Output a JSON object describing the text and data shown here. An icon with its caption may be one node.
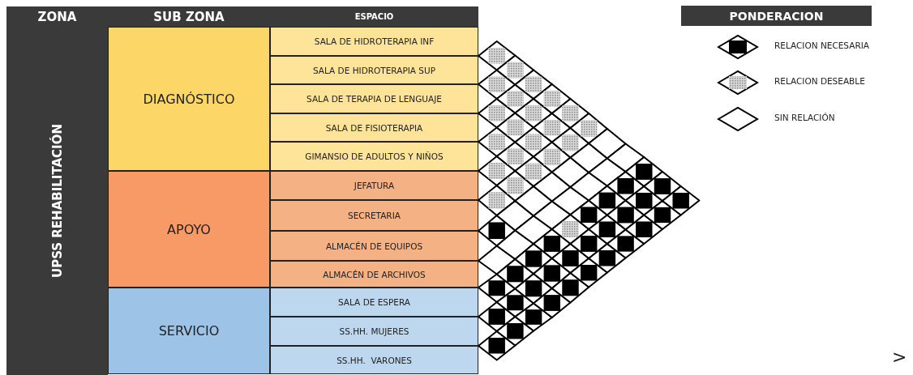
{
  "diagram": {
    "nodes": [
      {
        "text": [
          "UPSS REHABILITACIÓN"
        ]
      },
      {
        "text": [
          "DIAGNÓSTICO"
        ]
      },
      {
        "text": [
          "APOYO"
        ]
      },
      {
        "text": [
          "SERVICIO"
        ]
      },
      {
        "text": [
          "SALA DE HIDROTERAPIA INF"
        ]
      },
      {
        "text": [
          "SALA DE HIDROTERAPIA SUP"
        ]
      },
      {
        "text": [
          "SALA DE TERAPIA DE LENGUAJE"
        ]
      },
      {
        "text": [
          "SALA DE FISIOTERAPIA"
        ]
      },
      {
        "text": [
          "GIMANSIO DE ADULTOS Y NIÑOS"
        ]
      },
      {
        "text": [
          "JEFATURA"
        ]
      },
      {
        "text": [
          "SECRETARIA"
        ]
      },
      {
        "text": [
          "ALMACÉN DE EQUIPOS"
        ]
      },
      {
        "text": [
          "ALMACÉN DE ARCHIVOS"
        ]
      },
      {
        "text": [
          "SALA DE ESPERA"
        ]
      },
      {
        "text": [
          "SS.HH. MUJERES"
        ]
      },
      {
        "text": [
          "SS.HH.  VARONES"
        ]
      },
      {
        "text": [],
        "shape": "diamond"
      },
      {
        "text": [],
        "shape": "stipple",
        "in": 16
      },
      {
        "text": [],
        "shape": "diamond"
      },
      {
        "text": [],
        "shape": "stipple",
        "in": 18
      },
      {
        "text": [],
        "shape": "diamond"
      },
      {
        "text": [],
        "shape": "stipple",
        "in": 20
      },
      {
        "text": [],
        "shape": "diamond"
      },
      {
        "text": [],
        "shape": "stipple",
        "in": 22
      },
      {
        "text": [],
        "shape": "diamond"
      },
      {
        "text": [],
        "shape": "stipple",
        "in": 24
      },
      {
        "text": [],
        "shape": "diamond"
      },
      {
        "text": [],
        "shape": "stipple",
        "in": 26
      },
      {
        "text": [],
        "shape": "diamond"
      },
      {
        "text": [],
        "shape": "square",
        "in": 28
      },
      {
        "text": [],
        "shape": "diamond"
      },
      {
        "text": [],
        "shape": "diamond"
      },
      {
        "text": [],
        "shape": "square",
        "in": 31
      },
      {
        "text": [],
        "shape": "diamond"
      },
      {
        "text": [],
        "shape": "square",
        "in": 33
      },
      {
        "text": [],
        "shape": "diamond"
      },
      {
        "text": [],
        "shape": "square",
        "in": 35
      },
      {
        "text": [],
        "shape": "diamond"
      },
      {
        "text": [],
        "shape": "stipple",
        "in": 37
      },
      {
        "text": [],
        "shape": "diamond"
      },
      {
        "text": [],
        "shape": "stipple",
        "in": 39
      },
      {
        "text": [],
        "shape": "diamond"
      },
      {
        "text": [],
        "shape": "stipple",
        "in": 41
      },
      {
        "text": [],
        "shape": "diamond"
      },
      {
        "text": [],
        "shape": "stipple",
        "in": 43
      },
      {
        "text": [],
        "shape": "diamond"
      },
      {
        "text": [],
        "shape": "stipple",
        "in": 45
      },
      {
        "text": [],
        "shape": "diamond"
      },
      {
        "text": [],
        "shape": "diamond"
      },
      {
        "text": [],
        "shape": "diamond"
      },
      {
        "text": [],
        "shape": "square",
        "in": 49
      },
      {
        "text": [],
        "shape": "diamond"
      },
      {
        "text": [],
        "shape": "square",
        "in": 51
      },
      {
        "text": [],
        "shape": "diamond"
      },
      {
        "text": [],
        "shape": "square",
        "in": 53
      },
      {
        "text": [],
        "shape": "diamond"
      },
      {
        "text": [],
        "shape": "stipple",
        "in": 55
      },
      {
        "text": [],
        "shape": "diamond"
      },
      {
        "text": [],
        "shape": "stipple",
        "in": 57
      },
      {
        "text": [],
        "shape": "diamond"
      },
      {
        "text": [],
        "shape": "stipple",
        "in": 59
      },
      {
        "text": [],
        "shape": "diamond"
      },
      {
        "text": [],
        "shape": "stipple",
        "in": 61
      },
      {
        "text": [],
        "shape": "diamond"
      },
      {
        "text": [],
        "shape": "diamond"
      },
      {
        "text": [],
        "shape": "diamond"
      },
      {
        "text": [],
        "shape": "square",
        "in": 65
      },
      {
        "text": [],
        "shape": "diamond"
      },
      {
        "text": [],
        "shape": "square",
        "in": 67
      },
      {
        "text": [],
        "shape": "diamond"
      },
      {
        "text": [],
        "shape": "square",
        "in": 69
      },
      {
        "text": [],
        "shape": "diamond"
      },
      {
        "text": [],
        "shape": "stipple",
        "in": 71
      },
      {
        "text": [],
        "shape": "diamond"
      },
      {
        "text": [],
        "shape": "stipple",
        "in": 73
      },
      {
        "text": [],
        "shape": "diamond"
      },
      {
        "text": [],
        "shape": "stipple",
        "in": 75
      },
      {
        "text": [],
        "shape": "diamond"
      },
      {
        "text": [],
        "shape": "diamond"
      },
      {
        "text": [],
        "shape": "diamond"
      },
      {
        "text": [],
        "shape": "square",
        "in": 79
      },
      {
        "text": [],
        "shape": "diamond"
      },
      {
        "text": [],
        "shape": "square",
        "in": 81
      },
      {
        "text": [],
        "shape": "diamond"
      },
      {
        "text": [],
        "shape": "square",
        "in": 83
      },
      {
        "text": [],
        "shape": "diamond"
      },
      {
        "text": [],
        "shape": "stipple",
        "in": 85
      },
      {
        "text": [],
        "shape": "diamond"
      },
      {
        "text": [],
        "shape": "stipple",
        "in": 87
      },
      {
        "text": [],
        "shape": "diamond"
      },
      {
        "text": [],
        "shape": "diamond"
      },
      {
        "text": [],
        "shape": "diamond"
      },
      {
        "text": [],
        "shape": "stipple",
        "in": 91
      },
      {
        "text": [],
        "shape": "diamond"
      },
      {
        "text": [],
        "shape": "square",
        "in": 93
      },
      {
        "text": [],
        "shape": "diamond"
      },
      {
        "text": [],
        "shape": "square",
        "in": 95
      },
      {
        "text": [],
        "shape": "diamond"
      },
      {
        "text": [],
        "shape": "stipple",
        "in": 97
      },
      {
        "text": [],
        "shape": "diamond"
      },
      {
        "text": [],
        "shape": "diamond"
      },
      {
        "text": [],
        "shape": "diamond"
      },
      {
        "text": [],
        "shape": "square",
        "in": 101
      },
      {
        "text": [],
        "shape": "diamond"
      },
      {
        "text": [],
        "shape": "square",
        "in": 103
      },
      {
        "text": [],
        "shape": "diamond"
      },
      {
        "text": [],
        "shape": "square",
        "in": 105
      },
      {
        "text": [],
        "shape": "diamond"
      },
      {
        "text": [],
        "shape": "diamond"
      },
      {
        "text": [],
        "shape": "diamond"
      },
      {
        "text": [],
        "shape": "square",
        "in": 109
      },
      {
        "text": [],
        "shape": "diamond"
      },
      {
        "text": [],
        "shape": "square",
        "in": 111
      },
      {
        "text": [],
        "shape": "diamond"
      },
      {
        "text": [],
        "shape": "square",
        "in": 113
      },
      {
        "text": [],
        "shape": "diamond"
      },
      {
        "text": [],
        "shape": "diamond"
      },
      {
        "text": [],
        "shape": "square",
        "in": 116
      },
      {
        "text": [],
        "shape": "diamond"
      },
      {
        "text": [],
        "shape": "square",
        "in": 118
      },
      {
        "text": [],
        "shape": "diamond"
      },
      {
        "text": [],
        "shape": "square",
        "in": 120
      },
      {
        "text": [],
        "shape": "diamond"
      },
      {
        "text": [],
        "shape": "square",
        "in": 122
      },
      {
        "text": [],
        "shape": "diamond"
      },
      {
        "text": [],
        "shape": "square",
        "in": 124
      },
      {
        "text": [],
        "shape": "diamond"
      },
      {
        "text": [],
        "shape": "square",
        "in": 126
      },
      {
        "text": [],
        "shape": "diamond"
      },
      {
        "text": [],
        "shape": "square",
        "in": 128
      },
      {
        "text": [],
        "shape": "diamond"
      },
      {
        "text": [],
        "shape": "square",
        "in": 130
      },
      {
        "text": [],
        "shape": "diamond"
      },
      {
        "text": [],
        "shape": "square",
        "in": 132
      }
    ],
    "labels": [
      "ZONA",
      "SUB ZONA",
      "ESPACIO",
      "PONDERACION",
      ">"
    ],
    "legend": [
      {
        "text": "RELACION NECESARIA"
      },
      {
        "text": "RELACION DESEABLE"
      },
      {
        "text": "SIN RELACIÓN"
      }
    ]
  }
}
